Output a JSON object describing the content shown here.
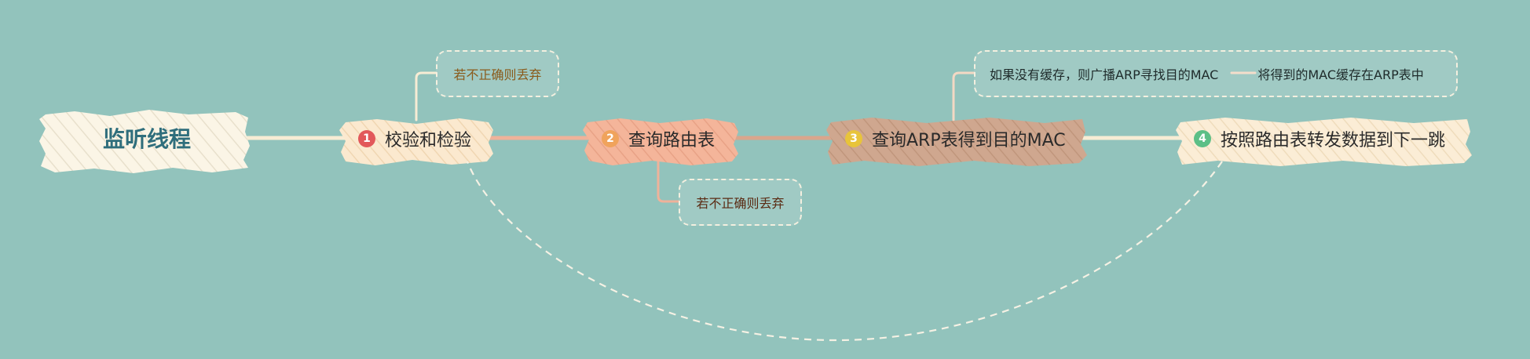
{
  "root": {
    "label": "监听线程"
  },
  "steps": [
    {
      "num": "1",
      "label": "校验和检验",
      "badge_color": "#e2585a"
    },
    {
      "num": "2",
      "label": "查询路由表",
      "badge_color": "#f0a35c"
    },
    {
      "num": "3",
      "label": "查询ARP表得到目的MAC",
      "badge_color": "#e8c43a"
    },
    {
      "num": "4",
      "label": "按照路由表转发数据到下一跳",
      "badge_color": "#5cbf86"
    }
  ],
  "notes": {
    "step1": "若不正确则丢弃",
    "step2": "若不正确则丢弃",
    "step3_a": "如果没有缓存，则广播ARP寻找目的MAC",
    "step3_b": "将得到的MAC缓存在ARP表中"
  },
  "colors": {
    "background": "#92c3bc",
    "root_fill": "#fbf5e6",
    "root_text": "#2f6e7c",
    "step1_fill": "#fbe9cf",
    "step2_fill": "#f4b59a",
    "step3_fill": "#cfa78f",
    "step4_fill": "#fbedd6",
    "connector_main": "#f7ecd4",
    "connector_mid": "#efb29a",
    "dashed": "#f5f1e4",
    "note1_text": "#8a5a1a",
    "note2_text": "#5a2a12",
    "note3_text": "#1e2a2a"
  },
  "icons": {
    "note_connector": "branch-line",
    "loop": "dashed-arc"
  }
}
